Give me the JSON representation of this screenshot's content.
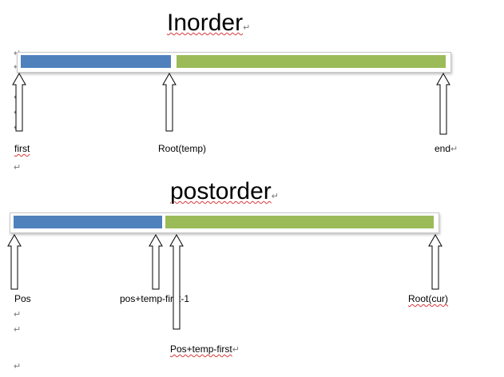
{
  "paragraph_mark": "↵",
  "colors": {
    "segment_blue": "#4f81bd",
    "segment_green": "#9bbb59",
    "frame_border": "#c8c8c8",
    "spellcheck_underline": "#d83a3a"
  },
  "inorder": {
    "title": "Inorder",
    "labels": {
      "first": "first",
      "root": "Root(temp)",
      "end": "end"
    }
  },
  "postorder": {
    "title": "postorder",
    "labels": {
      "pos": "Pos",
      "pos_temp_first_minus_1": "pos+temp-first-1",
      "root": "Root(cur)",
      "pos_temp_first": "Pos+temp-first"
    }
  },
  "icons": [
    "up-arrow-icon",
    "paragraph-mark-icon"
  ]
}
